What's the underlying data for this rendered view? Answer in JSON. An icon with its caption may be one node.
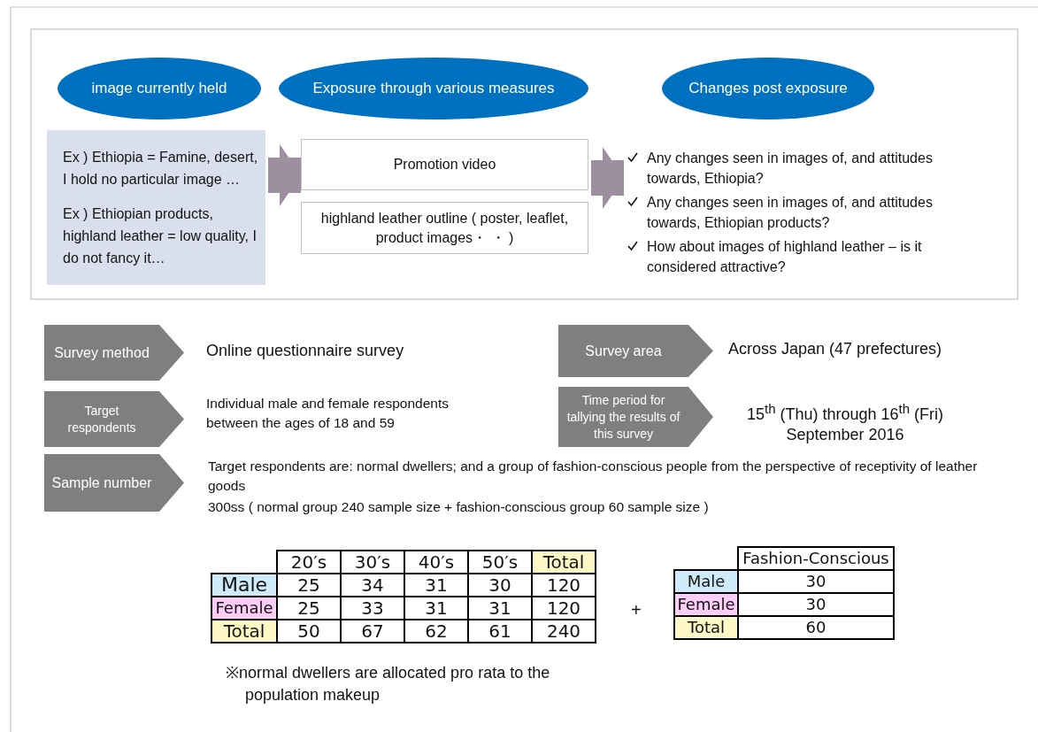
{
  "diagram": {
    "nodes": [
      {
        "text": [
          "image currently held"
        ]
      },
      {
        "text": [
          "Exposure through various measures"
        ]
      },
      {
        "text": [
          "Changes post exposure"
        ]
      },
      {
        "text": [
          "Ex ) Ethiopia = Famine, desert, I hold no particular image …",
          "Ex ) Ethiopian products, highland leather = low quality, I do not fancy it…"
        ]
      },
      {
        "text": [
          "Promotion video"
        ]
      },
      {
        "text": [
          "highland leather outline ( poster, leaflet, product images・ ・ )"
        ]
      },
      {
        "text": [
          "Any changes seen in images of, and attitudes towards, Ethiopia?",
          "Any changes seen in images of, and attitudes towards, Ethiopian products?",
          "How about images of highland leather – is it considered attractive?"
        ]
      },
      {
        "text": [
          "Survey method"
        ],
        "beside": [
          "Online questionnaire survey"
        ]
      },
      {
        "text": [
          "Survey area"
        ],
        "beside": [
          "Across Japan (47 prefectures)"
        ]
      },
      {
        "text": [
          "Target respondents"
        ],
        "beside": [
          "Individual male and female respondents between the ages of 18 and 59"
        ]
      },
      {
        "text": [
          "Time period for tallying the results of this survey"
        ],
        "beside": [
          "15$^{th}$ (Thu) through 16$^{th}$ (Fri) September 2016"
        ]
      },
      {
        "text": [
          "Sample number"
        ],
        "beside": [
          "Target respondents are: normal dwellers; and a group of fashion-conscious people from the perspective of receptivity of leather goods",
          "300ss ( normal group 240 sample size + fashion-conscious group 60 sample size )"
        ]
      }
    ],
    "edges": [
      {
        "from": 3,
        "to": 4,
        "arrow": "to"
      },
      {
        "from": 4,
        "to": 6,
        "arrow": "to"
      }
    ],
    "labels": [
      "20′s",
      "30′s",
      "40′s",
      "50′s",
      "Total",
      "Male",
      "25",
      "34",
      "31",
      "30",
      "120",
      "Female",
      "25",
      "33",
      "31",
      "31",
      "120",
      "Total",
      "50",
      "67",
      "62",
      "61",
      "240",
      "+",
      "Fashion-Conscious",
      "Male",
      "30",
      "Female",
      "30",
      "Total",
      "60",
      "※normal dwellers are allocated pro rata to the population makeup"
    ]
  }
}
